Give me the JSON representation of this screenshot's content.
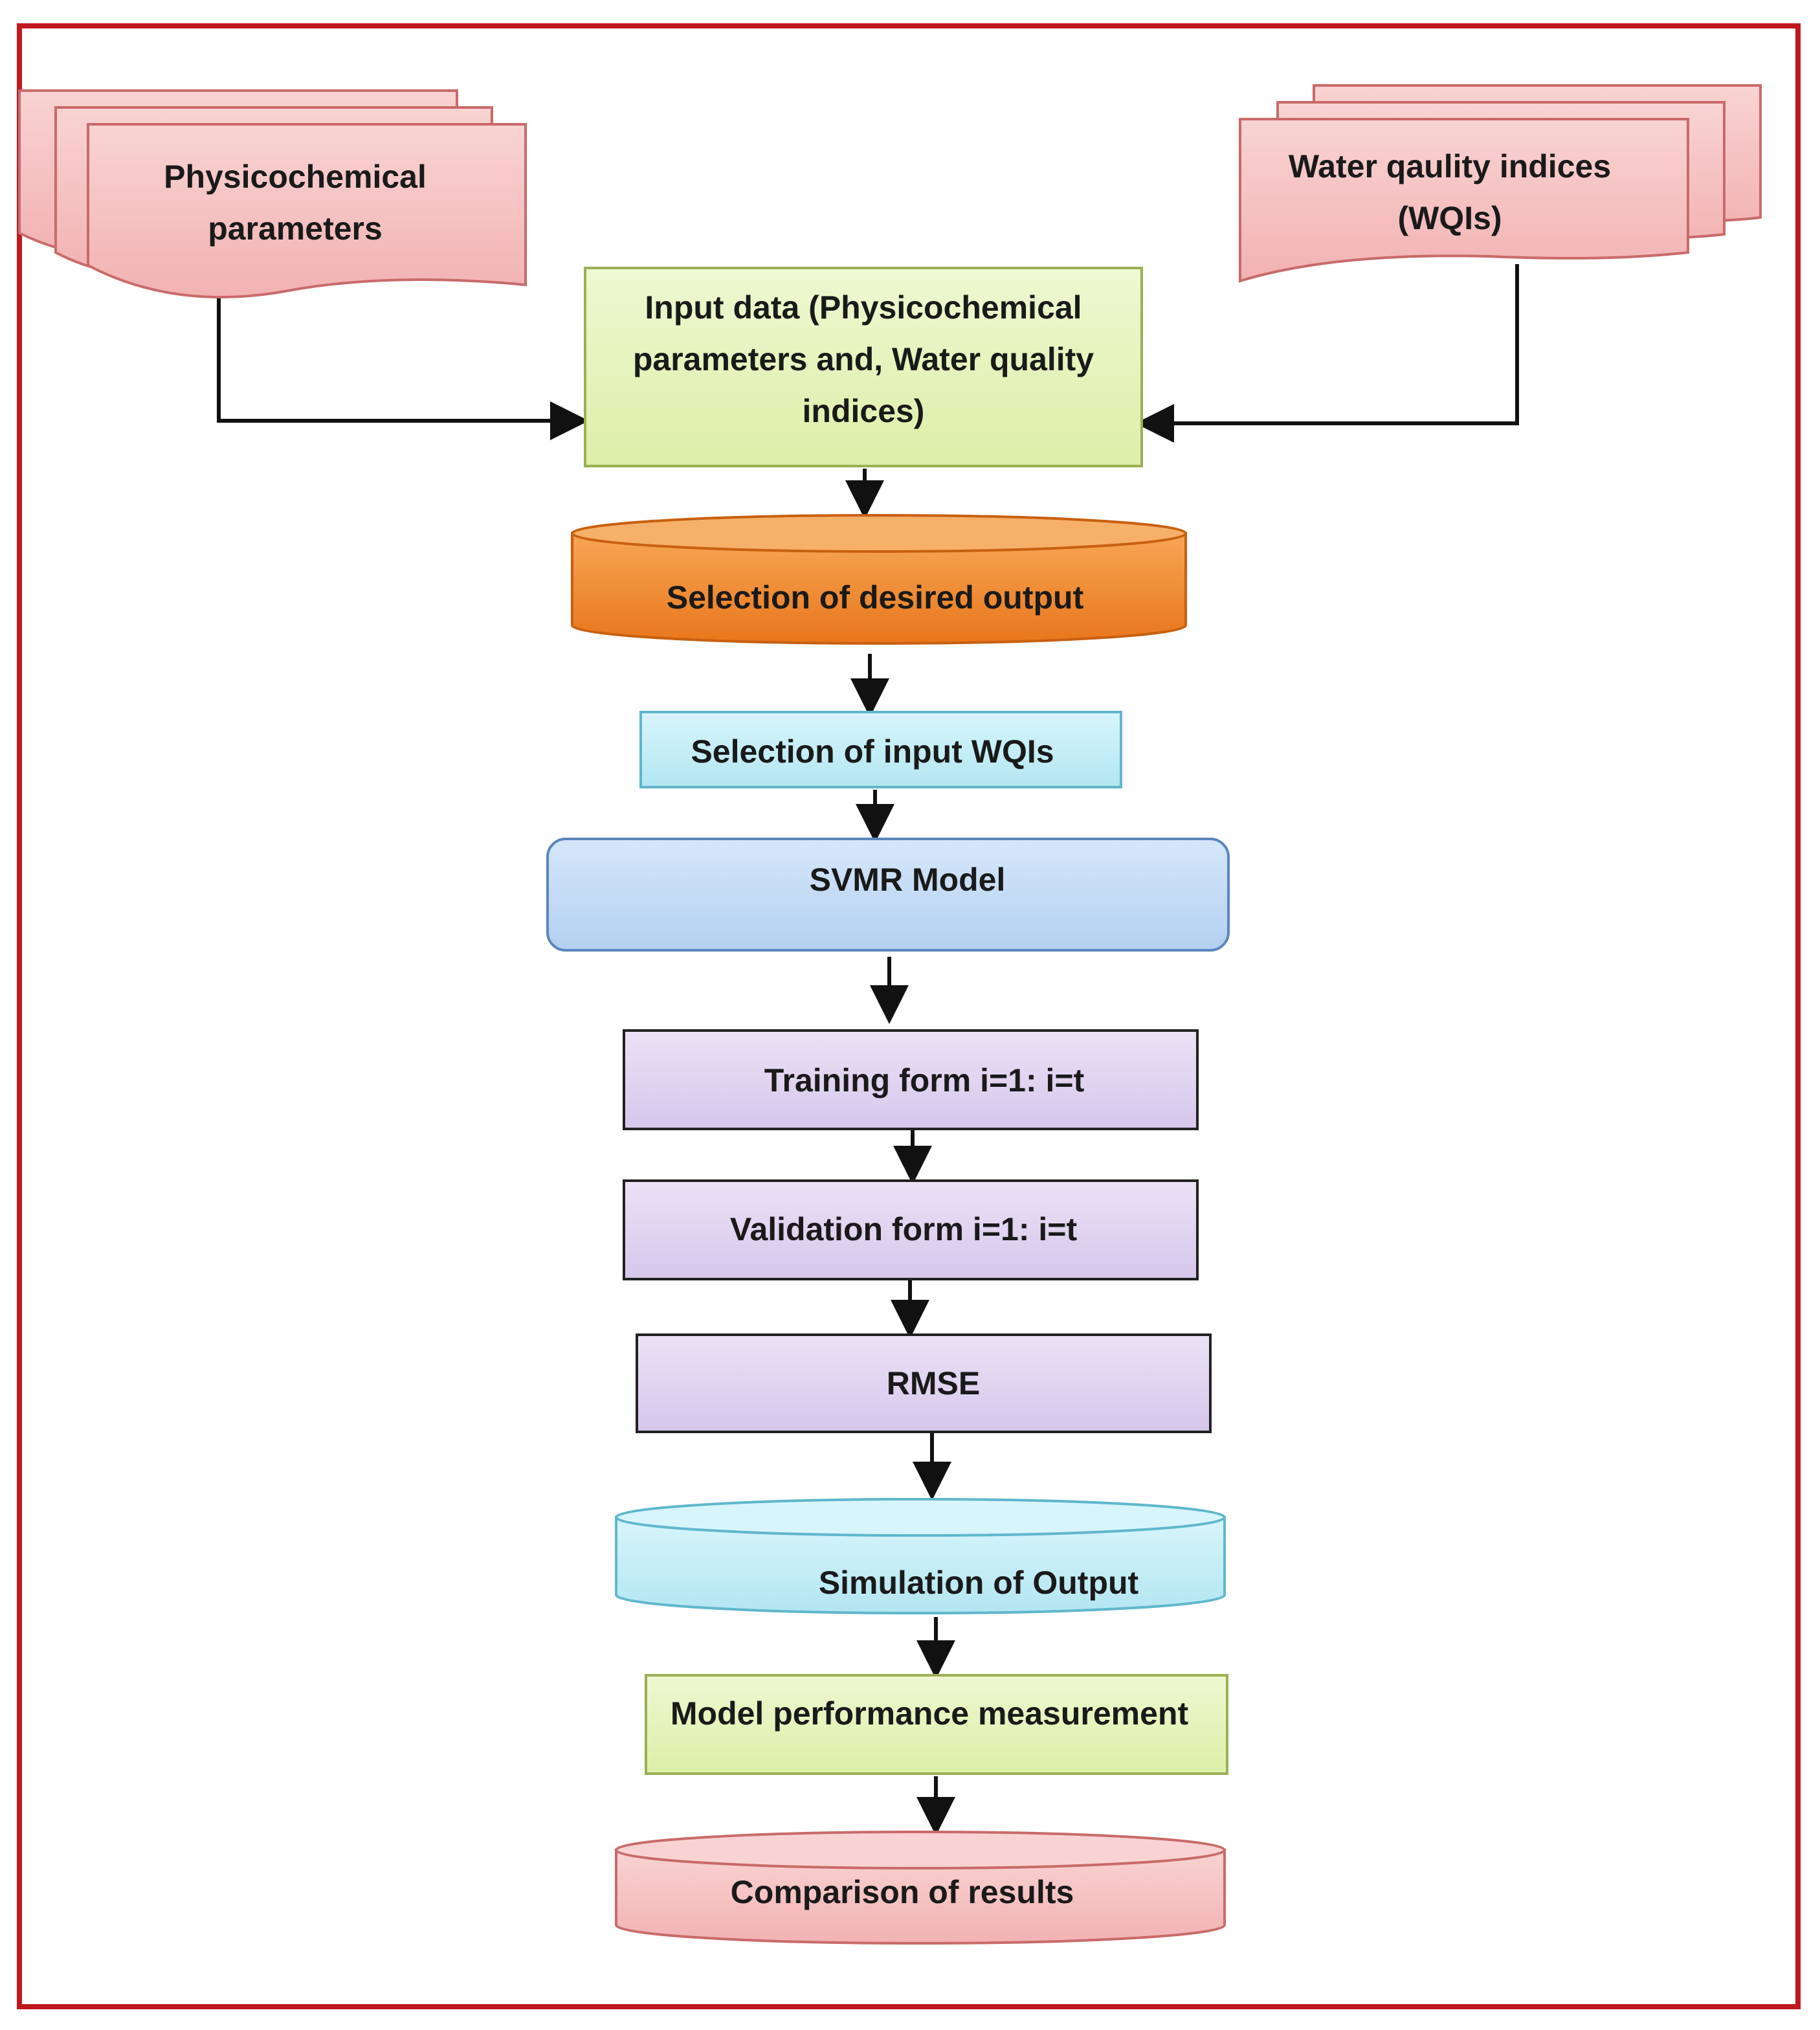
{
  "diagram": {
    "nodes": {
      "physicochemical": {
        "lines": [
          "Physicochemical",
          "parameters"
        ]
      },
      "wqi": {
        "lines": [
          "Water qaulity indices",
          "(WQIs)"
        ]
      },
      "input_data": {
        "lines": [
          "Input data (Physicochemical",
          "parameters and, Water quality",
          "indices)"
        ]
      },
      "desired_output": {
        "lines": [
          "Selection of desired output"
        ]
      },
      "input_wqis": {
        "lines": [
          "Selection of input WQIs"
        ]
      },
      "svmr": {
        "lines": [
          "SVMR Model"
        ]
      },
      "training": {
        "lines": [
          "Training form i=1: i=t"
        ]
      },
      "validation": {
        "lines": [
          "Validation  form i=1: i=t"
        ]
      },
      "rmse": {
        "lines": [
          "RMSE"
        ]
      },
      "simulation": {
        "lines": [
          "Simulation  of Output"
        ]
      },
      "performance": {
        "lines": [
          "Model performance measurement"
        ]
      },
      "comparison": {
        "lines": [
          "Comparison  of results"
        ]
      }
    },
    "edges": [
      {
        "from": "physicochemical",
        "to": "input_data"
      },
      {
        "from": "wqi",
        "to": "input_data"
      },
      {
        "from": "input_data",
        "to": "desired_output"
      },
      {
        "from": "desired_output",
        "to": "input_wqis"
      },
      {
        "from": "input_wqis",
        "to": "svmr"
      },
      {
        "from": "svmr",
        "to": "training"
      },
      {
        "from": "training",
        "to": "validation"
      },
      {
        "from": "validation",
        "to": "rmse"
      },
      {
        "from": "rmse",
        "to": "simulation"
      },
      {
        "from": "simulation",
        "to": "performance"
      },
      {
        "from": "performance",
        "to": "comparison"
      }
    ],
    "colors": {
      "frame_border": "#c0181f",
      "pink_fill": "#f6c6c6",
      "pink_stroke": "#c96a6a",
      "green_fill": "#e6f4c0",
      "green_stroke": "#9bb055",
      "orange_fill": "#f08a2c",
      "orange_stroke": "#c86010",
      "cyan_fill": "#c6eff7",
      "cyan_stroke": "#5fb7cc",
      "blue_fill": "#c5dcf5",
      "blue_stroke": "#5b86bd",
      "purple_fill": "#e0d4f0",
      "purple_stroke": "#222222"
    }
  }
}
